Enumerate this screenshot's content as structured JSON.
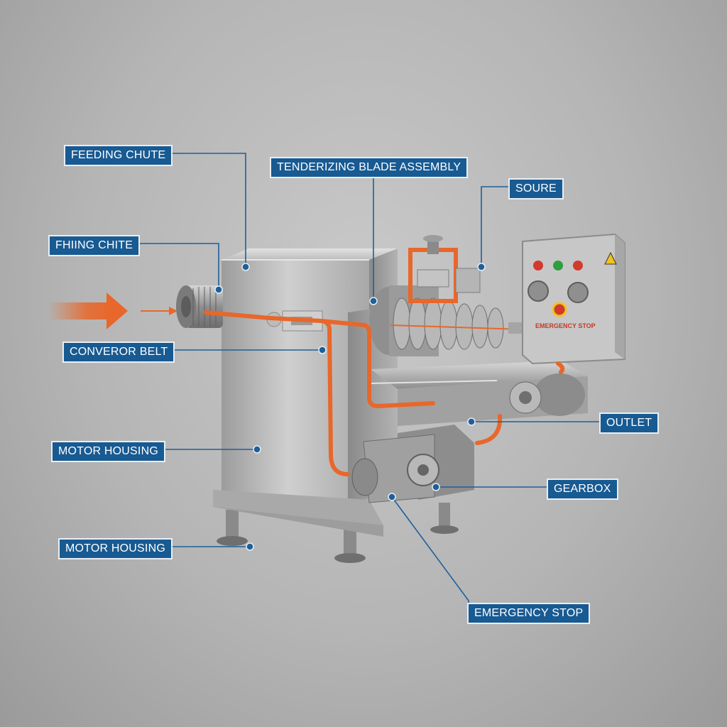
{
  "colors": {
    "label_bg": "#185a92",
    "label_text": "#ffffff",
    "leader_line": "#1f5f99",
    "pipe": "#e8672a",
    "arrow": "#e8672a",
    "steel": "#bdbdbd"
  },
  "labels": {
    "feeding_chute": "FEEDING CHUTE",
    "fhiing_chite": "FHIING CHITE",
    "conveyor_belt": "CONVEROR BELT",
    "motor_housing_1": "MOTOR HOUSING",
    "motor_housing_2": "MOTOR HOUSING",
    "tenderizing_blade_assembly": "TENDERIZING BLADE ASSEMBLY",
    "soure": "SOURE",
    "outlet": "OUTLET",
    "gearbox": "GEARBOX",
    "emergency_stop": "EMERGENCY STOP"
  },
  "control_panel": {
    "button_text": "EMERGENCY STOP",
    "indicator_colors": [
      "#d23a2c",
      "#2e9e3e",
      "#d23a2c"
    ]
  },
  "icons": [
    "input-flow-arrow-icon",
    "warning-triangle-icon"
  ]
}
